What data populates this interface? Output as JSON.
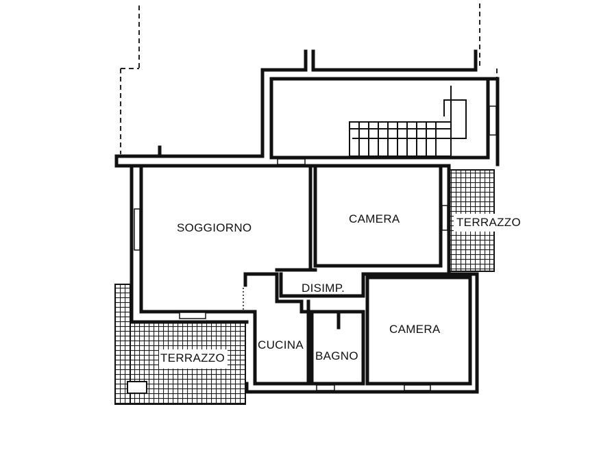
{
  "rooms": {
    "soggiorno": "SOGGIORNO",
    "camera_top": "CAMERA",
    "terrazzo_right": "TERRAZZO",
    "disimp": "DISIMP.",
    "camera_bottom": "CAMERA",
    "cucina": "CUCINA",
    "bagno": "BAGNO",
    "terrazzo_left": "TERRAZZO"
  },
  "colors": {
    "wall": "#111111",
    "background": "#ffffff",
    "tile": "#1a1a1a"
  }
}
